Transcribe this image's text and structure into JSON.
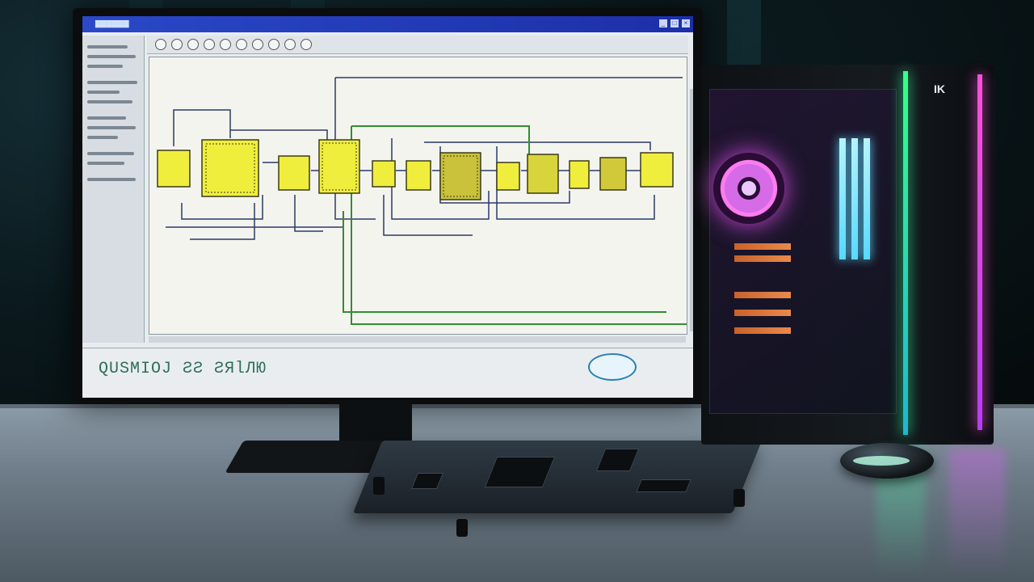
{
  "scene": {
    "description_tag": "fpga-workstation-scene"
  },
  "monitor": {
    "status_label": "QUSMIOJ ƧƧ ƧЯƖЛЮ",
    "accent": "#1c2fa8"
  },
  "schematic": {
    "block_color": "#f0ee3c",
    "wire_color": "#2a3a6a",
    "net_color": "#2f8f2f"
  },
  "tower": {
    "logo": "IK",
    "fan_color": "#ff7cf0",
    "stripe_left": "#38ff8a",
    "stripe_right": "#ff4fd8"
  }
}
